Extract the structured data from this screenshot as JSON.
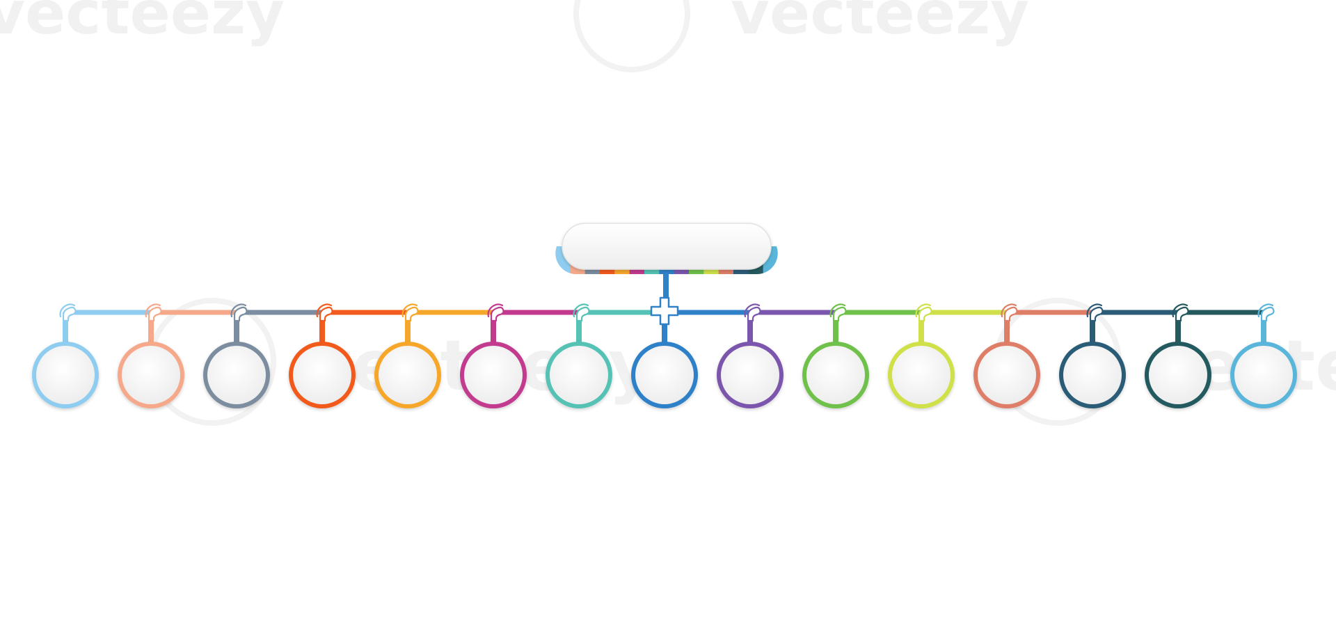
{
  "watermark": {
    "text": "vecteezy",
    "color": "#f1f1f1"
  },
  "root": {
    "fill": "#f7f7f7",
    "stripe_colors": [
      "#8fcdf0",
      "#f5a98a",
      "#7b8da0",
      "#f25a1e",
      "#f6a72b",
      "#c23a8e",
      "#55c2b5",
      "#2f81c8",
      "#7b56ad",
      "#6fc14b",
      "#cfe04a",
      "#de7e67",
      "#2c5b78",
      "#245a5e",
      "#5ab5da"
    ]
  },
  "connector_icon": "curved-link-icon",
  "center_icon": "plus-junction-icon",
  "nodes": [
    {
      "id": "node-1",
      "color": "#8fcdf0"
    },
    {
      "id": "node-2",
      "color": "#f5a98a"
    },
    {
      "id": "node-3",
      "color": "#7b8da0"
    },
    {
      "id": "node-4",
      "color": "#f25a1e"
    },
    {
      "id": "node-5",
      "color": "#f6a72b"
    },
    {
      "id": "node-6",
      "color": "#c23a8e"
    },
    {
      "id": "node-7",
      "color": "#55c2b5"
    },
    {
      "id": "node-8",
      "color": "#2f81c8"
    },
    {
      "id": "node-9",
      "color": "#7b56ad"
    },
    {
      "id": "node-10",
      "color": "#6fc14b"
    },
    {
      "id": "node-11",
      "color": "#cfe04a"
    },
    {
      "id": "node-12",
      "color": "#de7e67"
    },
    {
      "id": "node-13",
      "color": "#2c5b78"
    },
    {
      "id": "node-14",
      "color": "#245a5e"
    },
    {
      "id": "node-15",
      "color": "#5ab5da"
    }
  ]
}
